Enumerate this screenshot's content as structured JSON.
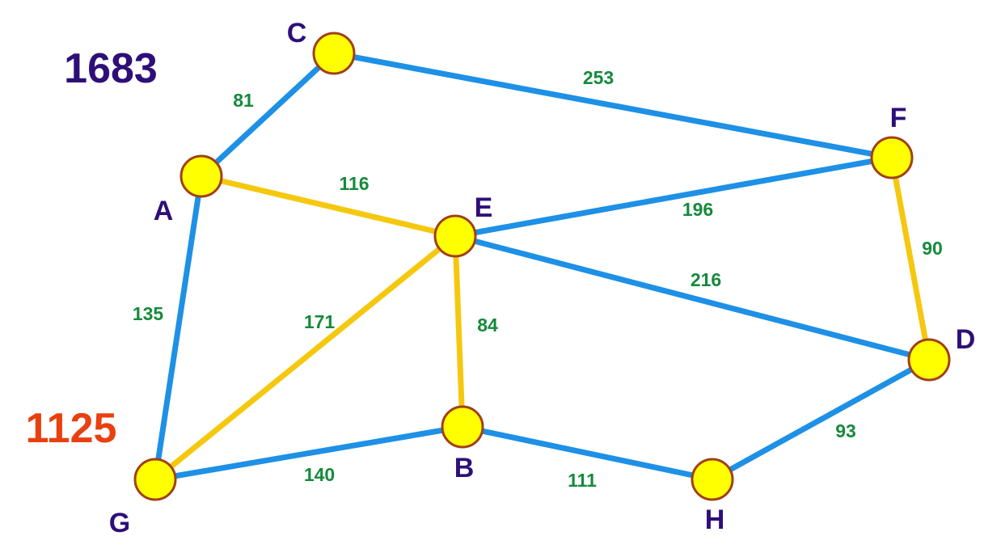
{
  "totals": {
    "total_all": "1683",
    "total_tree": "1125"
  },
  "colors": {
    "tree_edge": "#f5c80f",
    "other_edge": "#1e90e6",
    "node_fill": "#ffff00",
    "node_label": "#2e0f78",
    "weight_label": "#168a3c",
    "total_all": "#2e0f78",
    "total_tree": "#e8400f"
  },
  "nodes": {
    "A": "A",
    "B": "B",
    "C": "C",
    "D": "D",
    "E": "E",
    "F": "F",
    "G": "G",
    "H": "H"
  },
  "edges": [
    {
      "from": "A",
      "to": "C",
      "weight": "81",
      "in_tree": false
    },
    {
      "from": "C",
      "to": "F",
      "weight": "253",
      "in_tree": false
    },
    {
      "from": "A",
      "to": "E",
      "weight": "116",
      "in_tree": true
    },
    {
      "from": "E",
      "to": "F",
      "weight": "196",
      "in_tree": false
    },
    {
      "from": "F",
      "to": "D",
      "weight": "90",
      "in_tree": true
    },
    {
      "from": "E",
      "to": "D",
      "weight": "216",
      "in_tree": false
    },
    {
      "from": "A",
      "to": "G",
      "weight": "135",
      "in_tree": false
    },
    {
      "from": "E",
      "to": "G",
      "weight": "171",
      "in_tree": true
    },
    {
      "from": "E",
      "to": "B",
      "weight": "84",
      "in_tree": true
    },
    {
      "from": "G",
      "to": "B",
      "weight": "140",
      "in_tree": false
    },
    {
      "from": "B",
      "to": "H",
      "weight": "111",
      "in_tree": false
    },
    {
      "from": "H",
      "to": "D",
      "weight": "93",
      "in_tree": false
    }
  ]
}
